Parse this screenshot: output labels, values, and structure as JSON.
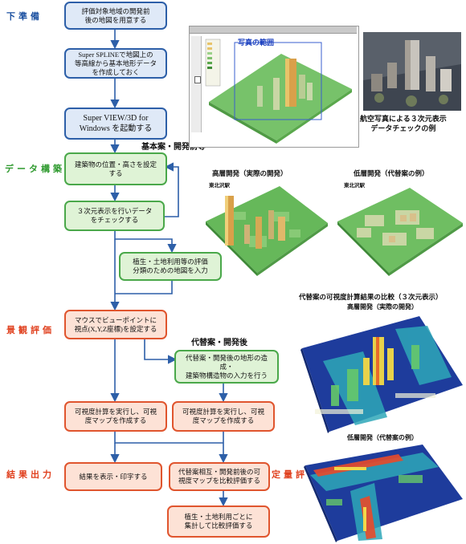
{
  "stages": {
    "preparation": "下準備",
    "data_build": "データ構築",
    "landscape": "景観評価",
    "output": "結果出力",
    "quantitative": "定量評価"
  },
  "boxes": {
    "b1": [
      "評価対象地域の開発前",
      "後の地図を用意する"
    ],
    "b2": [
      "Super SPLINEで地図上の",
      "等高線から基本地形データ",
      "を作成しておく"
    ],
    "b3": [
      "Super VIEW/3D for",
      "Windows を起動する"
    ],
    "b4": [
      "建築物の位置・高さを設定",
      "する"
    ],
    "b5": [
      "３次元表示を行いデータ",
      "をチェックする"
    ],
    "b6": [
      "植生・土地利用等の評価",
      "分類のための地図を入力"
    ],
    "b7": [
      "マウスでビューポイントに",
      "視点(X,Y,Z座標)を設定する"
    ],
    "b8": [
      "代替案・開発後の地形の造成・",
      "建築物構造物の入力を行う"
    ],
    "b9": [
      "可視度計算を実行し、可視",
      "度マップを作成する"
    ],
    "b10": [
      "可視度計算を実行し、可視",
      "度マップを作成する"
    ],
    "b11": [
      "結果を表示・印字する"
    ],
    "b12": [
      "代替案相互・開発前後の可",
      "視度マップを比較評価する"
    ],
    "b13": [
      "植生・土地利用ごとに",
      "集計して比較評価する"
    ]
  },
  "labels": {
    "base_plan": "基本案・開発前等",
    "alt_plan": "代替案・開発後",
    "photo_range": "写真の範囲",
    "aerial_caption": [
      "航空写真による３次元表示",
      "データチェックの例"
    ],
    "high_rise": "高層開発（実際の開発）",
    "low_rise": "低層開発（代替案の例）",
    "station_1": "東北沢駅",
    "station_2": "東北沢駅",
    "visibility_title": "代替案の可視度計算結果の比較（３次元表示）",
    "vis_high": "高層開発（実際の開発）",
    "vis_low": "低層開発（代替案の例）"
  },
  "colors": {
    "blue_stage": "#1a4fa0",
    "green_stage": "#2f9a2f",
    "red_stage": "#e0401e",
    "arrow": "#2d5fa8"
  }
}
